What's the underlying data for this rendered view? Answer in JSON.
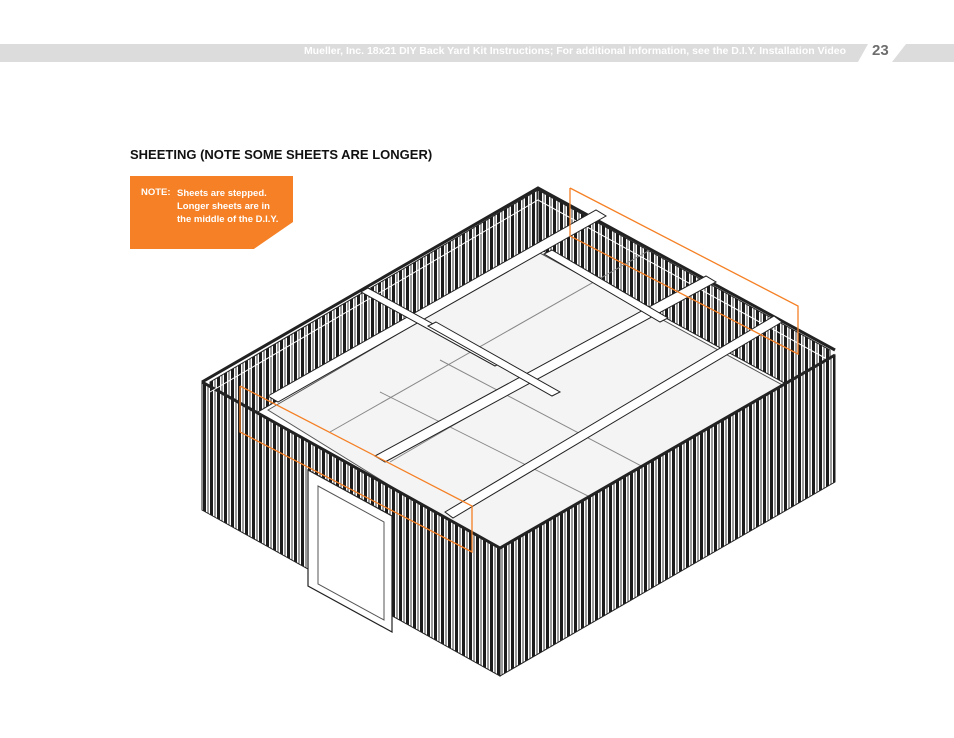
{
  "header": {
    "text": "Mueller, Inc. 18x21 DIY Back Yard Kit Instructions; For additional information, see the D.I.Y. Installation Video",
    "page_number": "23"
  },
  "section": {
    "title": "SHEETING (NOTE SOME SHEETS ARE LONGER)"
  },
  "note": {
    "label": "NOTE:",
    "text": "Sheets are stepped. Longer sheets are in the middle of the D.I.Y."
  },
  "colors": {
    "accent": "#f58025",
    "header_band": "#dcdcdc",
    "header_text": "#ffffff",
    "page_number": "#6e6e6e"
  },
  "illustration": {
    "icon": "building-frame-illustration"
  }
}
